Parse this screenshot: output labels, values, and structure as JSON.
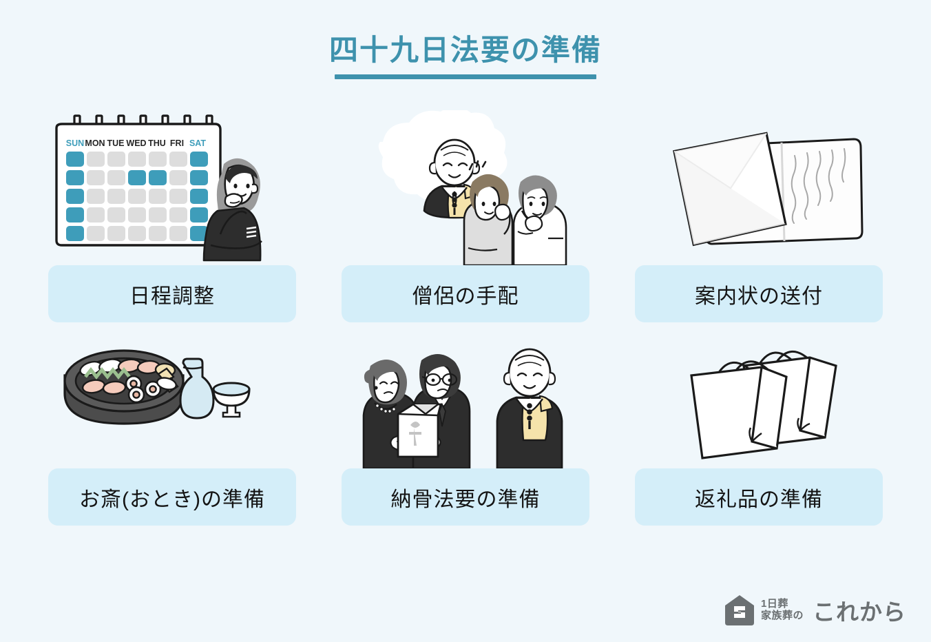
{
  "theme": {
    "background": "#f0f7fb",
    "accent": "#3e92ad",
    "label_box": "#d4eef9",
    "label_text": "#141414",
    "logo_gray": "#6b7072",
    "calendar_teal": "#3e9dba",
    "calendar_gray": "#dddddd"
  },
  "header": {
    "title": "四十九日法要の準備"
  },
  "cards": [
    {
      "id": "schedule",
      "label": "日程調整",
      "illustration": "calendar-with-thinking-woman"
    },
    {
      "id": "monk",
      "label": "僧侶の手配",
      "illustration": "couple-thinking-about-monk"
    },
    {
      "id": "invitation",
      "label": "案内状の送付",
      "illustration": "envelope-and-letter"
    },
    {
      "id": "meal",
      "label": "お斎(おとき)の準備",
      "illustration": "sushi-platter-and-sake"
    },
    {
      "id": "interment",
      "label": "納骨法要の準備",
      "illustration": "couple-with-urn-and-monk"
    },
    {
      "id": "gift",
      "label": "返礼品の準備",
      "illustration": "two-paper-gift-bags"
    }
  ],
  "calendar": {
    "day_headers": [
      "SUN",
      "MON",
      "TUE",
      "WED",
      "THU",
      "FRI",
      "SAT"
    ],
    "highlighted_cells": [
      [
        1,
        0,
        0,
        0,
        0,
        0,
        1
      ],
      [
        1,
        0,
        0,
        1,
        1,
        0,
        1
      ],
      [
        1,
        0,
        0,
        0,
        0,
        0,
        1
      ],
      [
        1,
        0,
        0,
        0,
        0,
        0,
        1
      ],
      [
        1,
        0,
        0,
        0,
        0,
        0,
        1
      ]
    ]
  },
  "logo": {
    "line1": "1日葬",
    "line2": "家族葬の",
    "brand": "これから",
    "mark": "house-icon"
  }
}
